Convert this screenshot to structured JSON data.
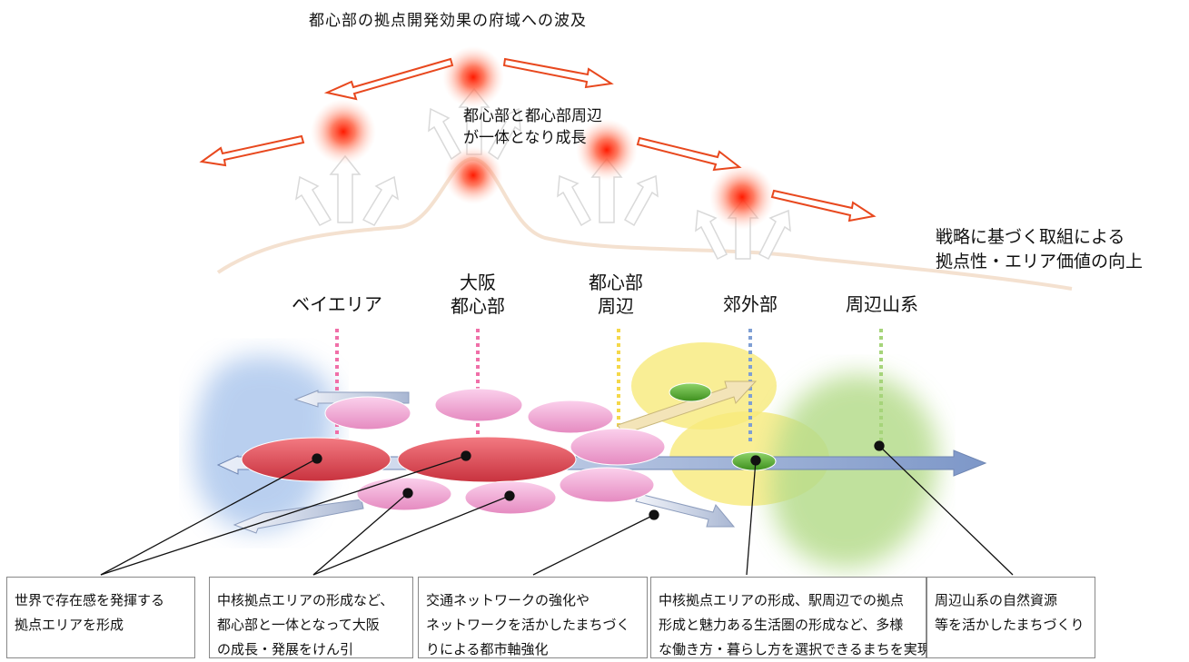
{
  "title": "都心部の拠点開発効果の府域への波及",
  "center_note": [
    "都心部と都心部周辺",
    "が一体となり成長"
  ],
  "strategy_note": [
    "戦略に基づく取組による",
    "拠点性・エリア価値の向上"
  ],
  "zones": [
    {
      "lines": [
        "ベイエリア"
      ],
      "color": "#f06fa8"
    },
    {
      "lines": [
        "大阪",
        "都心部"
      ],
      "color": "#f06fa8"
    },
    {
      "lines": [
        "都心部",
        "周辺"
      ],
      "color": "#f5d84a"
    },
    {
      "lines": [
        "郊外部"
      ],
      "color": "#7f9fd4"
    },
    {
      "lines": [
        "周辺山系"
      ],
      "color": "#a6d47a"
    }
  ],
  "boxes": [
    {
      "lines": [
        "世界で存在感を発揮する",
        "拠点エリアを形成"
      ]
    },
    {
      "lines": [
        "中核拠点エリアの形成など、",
        "都心部と一体となって大阪",
        "の成長・発展をけん引"
      ]
    },
    {
      "lines": [
        "交通ネットワークの強化や",
        "ネットワークを活かしたまちづく",
        "りによる都市軸強化"
      ]
    },
    {
      "lines": [
        "中核拠点エリアの形成、駅周辺での拠点",
        "形成と魅力ある生活圏の形成など、多様",
        "な働き方・暮らし方を選択できるまちを実現"
      ]
    },
    {
      "lines": [
        "周辺山系の自然資源",
        "等を活かしたまちづくり"
      ]
    }
  ],
  "colors": {
    "arrow_red": "#e8481e",
    "glow": "#ff3b1a",
    "pink_disc": "#f29ccb",
    "red_disc": "#d94250",
    "green_disc": "#5aa832",
    "blue_zone": "#a8c4ec",
    "yellow_zone": "#f7ea7a",
    "green_zone": "#b6dc8c"
  }
}
